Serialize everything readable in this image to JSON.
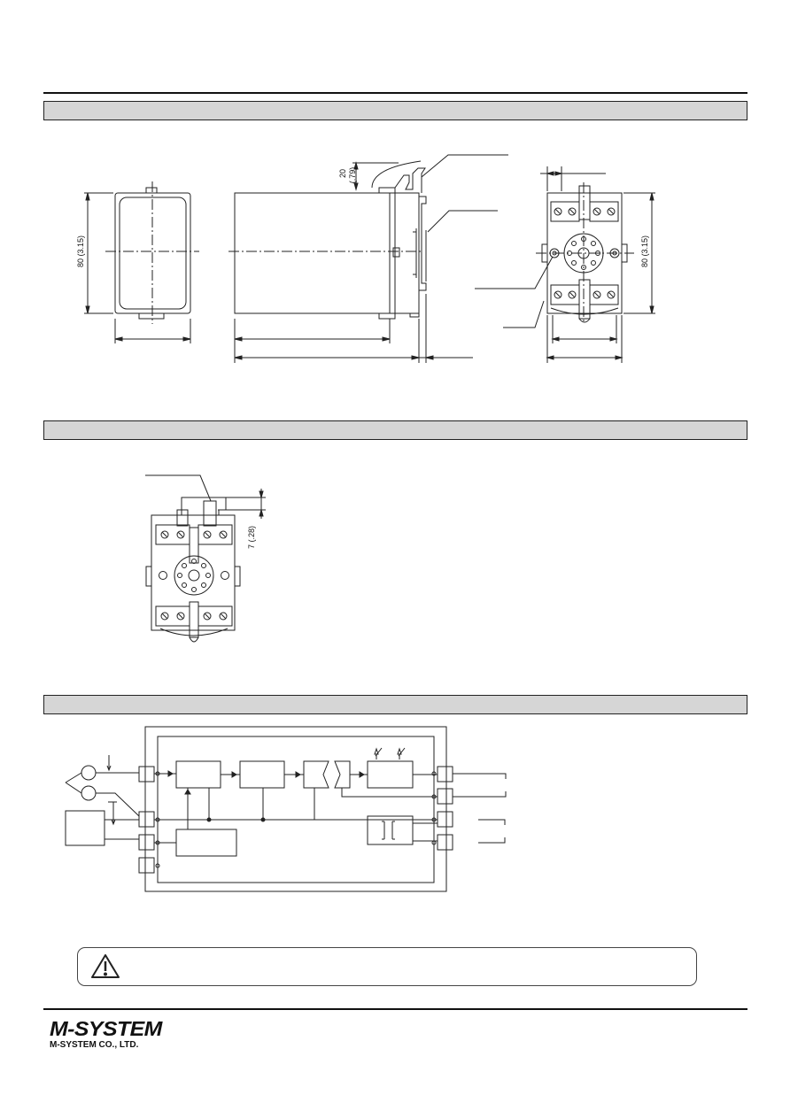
{
  "dimensions": {
    "height_label": "80 (3.15)",
    "socket_height_label": "80 (3.15)",
    "clearance_value": "20",
    "clearance_inch": "(.79)",
    "mount_offset_label": "7 (.28)"
  },
  "warning_icon": "warning-triangle-icon",
  "brand": {
    "logo_text": "M-SYSTEM",
    "company_name": "M-SYSTEM CO., LTD."
  }
}
